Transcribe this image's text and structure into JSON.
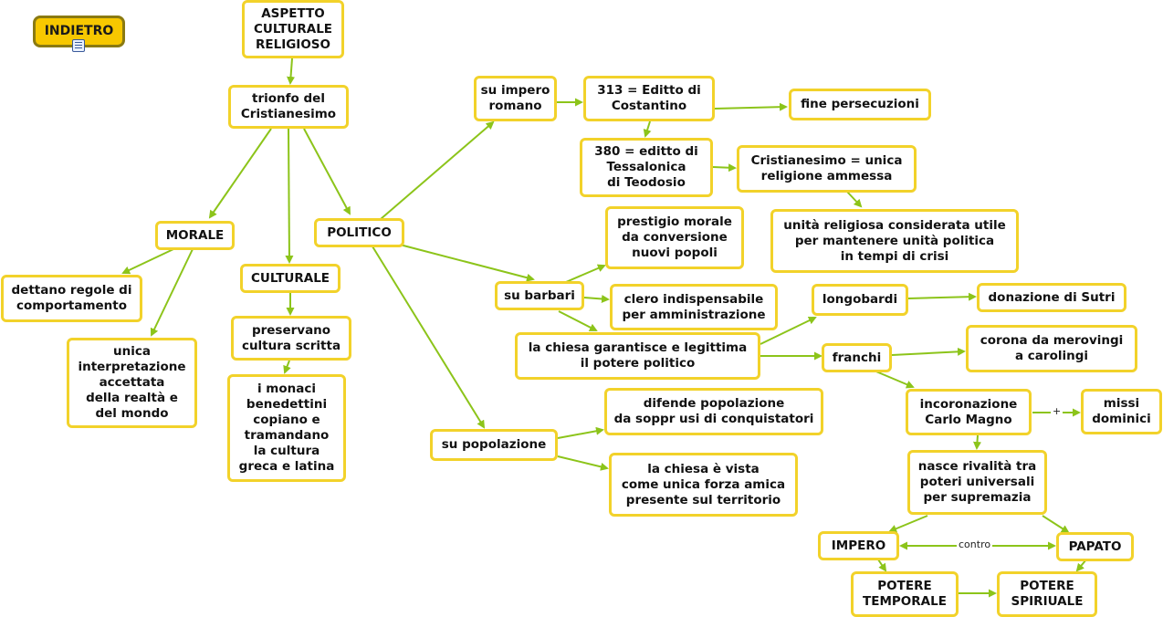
{
  "back_button": {
    "label": "INDIETRO"
  },
  "nodes": {
    "aspetto": "ASPETTO\nCULTURALE\nRELIGIOSO",
    "trionfo": "trionfo del\nCristianesimo",
    "morale": "MORALE",
    "culturale": "CULTURALE",
    "politico": "POLITICO",
    "dettano": "dettano regole di\ncomportamento",
    "unica": "unica\ninterpretazione\naccettata\ndella realtà e\ndel mondo",
    "preservano": "preservano\ncultura scritta",
    "monaci": "i monaci\nbenedettini\ncopiano e\ntramandano\nla cultura\ngreca e latina",
    "su_impero": "su impero\nromano",
    "editto313": "313 = Editto di\nCostantino",
    "fine_persecuzioni": "fine persecuzioni",
    "editto380": "380 = editto di\nTessalonica\ndi Teodosio",
    "unica_religione": "Cristianesimo = unica\nreligione ammessa",
    "unita_religiosa": "unità religiosa considerata utile\nper mantenere unità politica\nin tempi di crisi",
    "su_barbari": "su barbari",
    "prestigio": "prestigio morale\nda conversione\nnuovi popoli",
    "clero": "clero indispensabile\nper amministrazione",
    "chiesa_garantisce": "la chiesa garantisce e legittima\nil potere politico",
    "longobardi": "longobardi",
    "donazione": "donazione di Sutri",
    "franchi": "franchi",
    "corona": "corona da merovingi\na carolingi",
    "incoronazione": "incoronazione\nCarlo Magno",
    "missi": "missi\ndominici",
    "rivalita": "nasce rivalità tra\npoteri universali\nper supremazia",
    "impero": "IMPERO",
    "papato": "PAPATO",
    "temporale": "POTERE\nTEMPORALE",
    "spiriuale": "POTERE\nSPIRIUALE",
    "su_popolazione": "su popolazione",
    "difende": "difende popolazione\nda soppr usi di conquistatori",
    "chiesa_vista": "la chiesa è vista\ncome unica forza amica\npresente sul territorio"
  },
  "edge_labels": {
    "plus": "+",
    "contro": "contro"
  },
  "colors": {
    "node_border": "#f2d22a",
    "arrow": "#8cc41a",
    "button_fill": "#f7c800",
    "button_border": "#8a7a12"
  }
}
